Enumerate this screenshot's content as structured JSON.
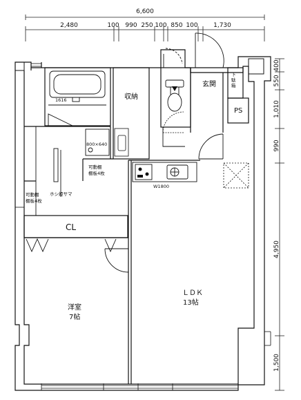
{
  "dimensions": {
    "total_width": "6,600",
    "top_segments": [
      "2,480",
      "100",
      "990",
      "250",
      "100",
      "850",
      "100",
      "1,730"
    ],
    "right_segments": [
      "400",
      "550",
      "1,010",
      "990",
      "4,950",
      "1,500"
    ]
  },
  "rooms": {
    "bath_size": "1616",
    "storage": "収納",
    "entrance": "玄関",
    "shoe_cabinet": [
      "下",
      "駄",
      "箱"
    ],
    "ps": "PS",
    "washbasin": "800×640",
    "movable_shelf_wash": [
      "可動棚",
      "棚板4枚"
    ],
    "movable_shelf_left": [
      "可動棚",
      "棚板4枚"
    ],
    "pole": "ホシ姫サマ",
    "kitchen_width": "W1800",
    "closet": "CL",
    "western_room": [
      "洋室",
      "7帖"
    ],
    "ldk": [
      "ＬＤＫ",
      "13帖"
    ]
  }
}
